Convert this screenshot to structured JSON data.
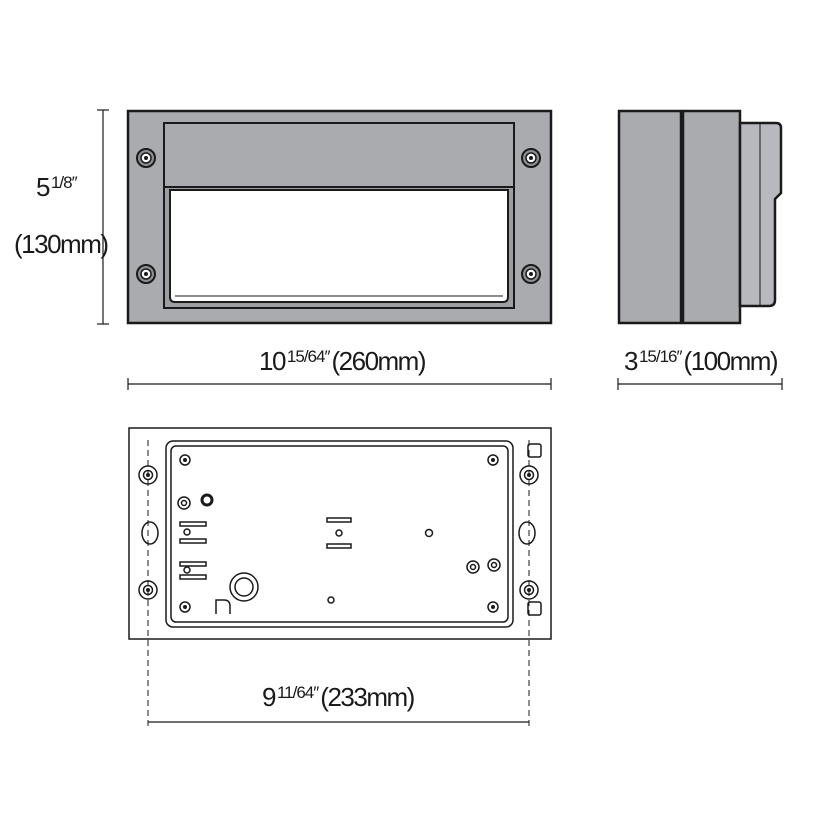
{
  "dimensions": {
    "height": {
      "whole": "5",
      "fraction": "1/8″",
      "metric": "(130mm)"
    },
    "width": {
      "whole": "10",
      "fraction": "15/64″",
      "metric": "(260mm)"
    },
    "depth": {
      "whole": "3",
      "fraction": "15/16″",
      "metric": "(100mm)"
    },
    "mounting": {
      "whole": "9",
      "fraction": "11/64″",
      "metric": "(233mm)"
    }
  },
  "colors": {
    "housing": "#a9abae",
    "outline": "#1a1a1a",
    "lens": "#ffffff"
  }
}
